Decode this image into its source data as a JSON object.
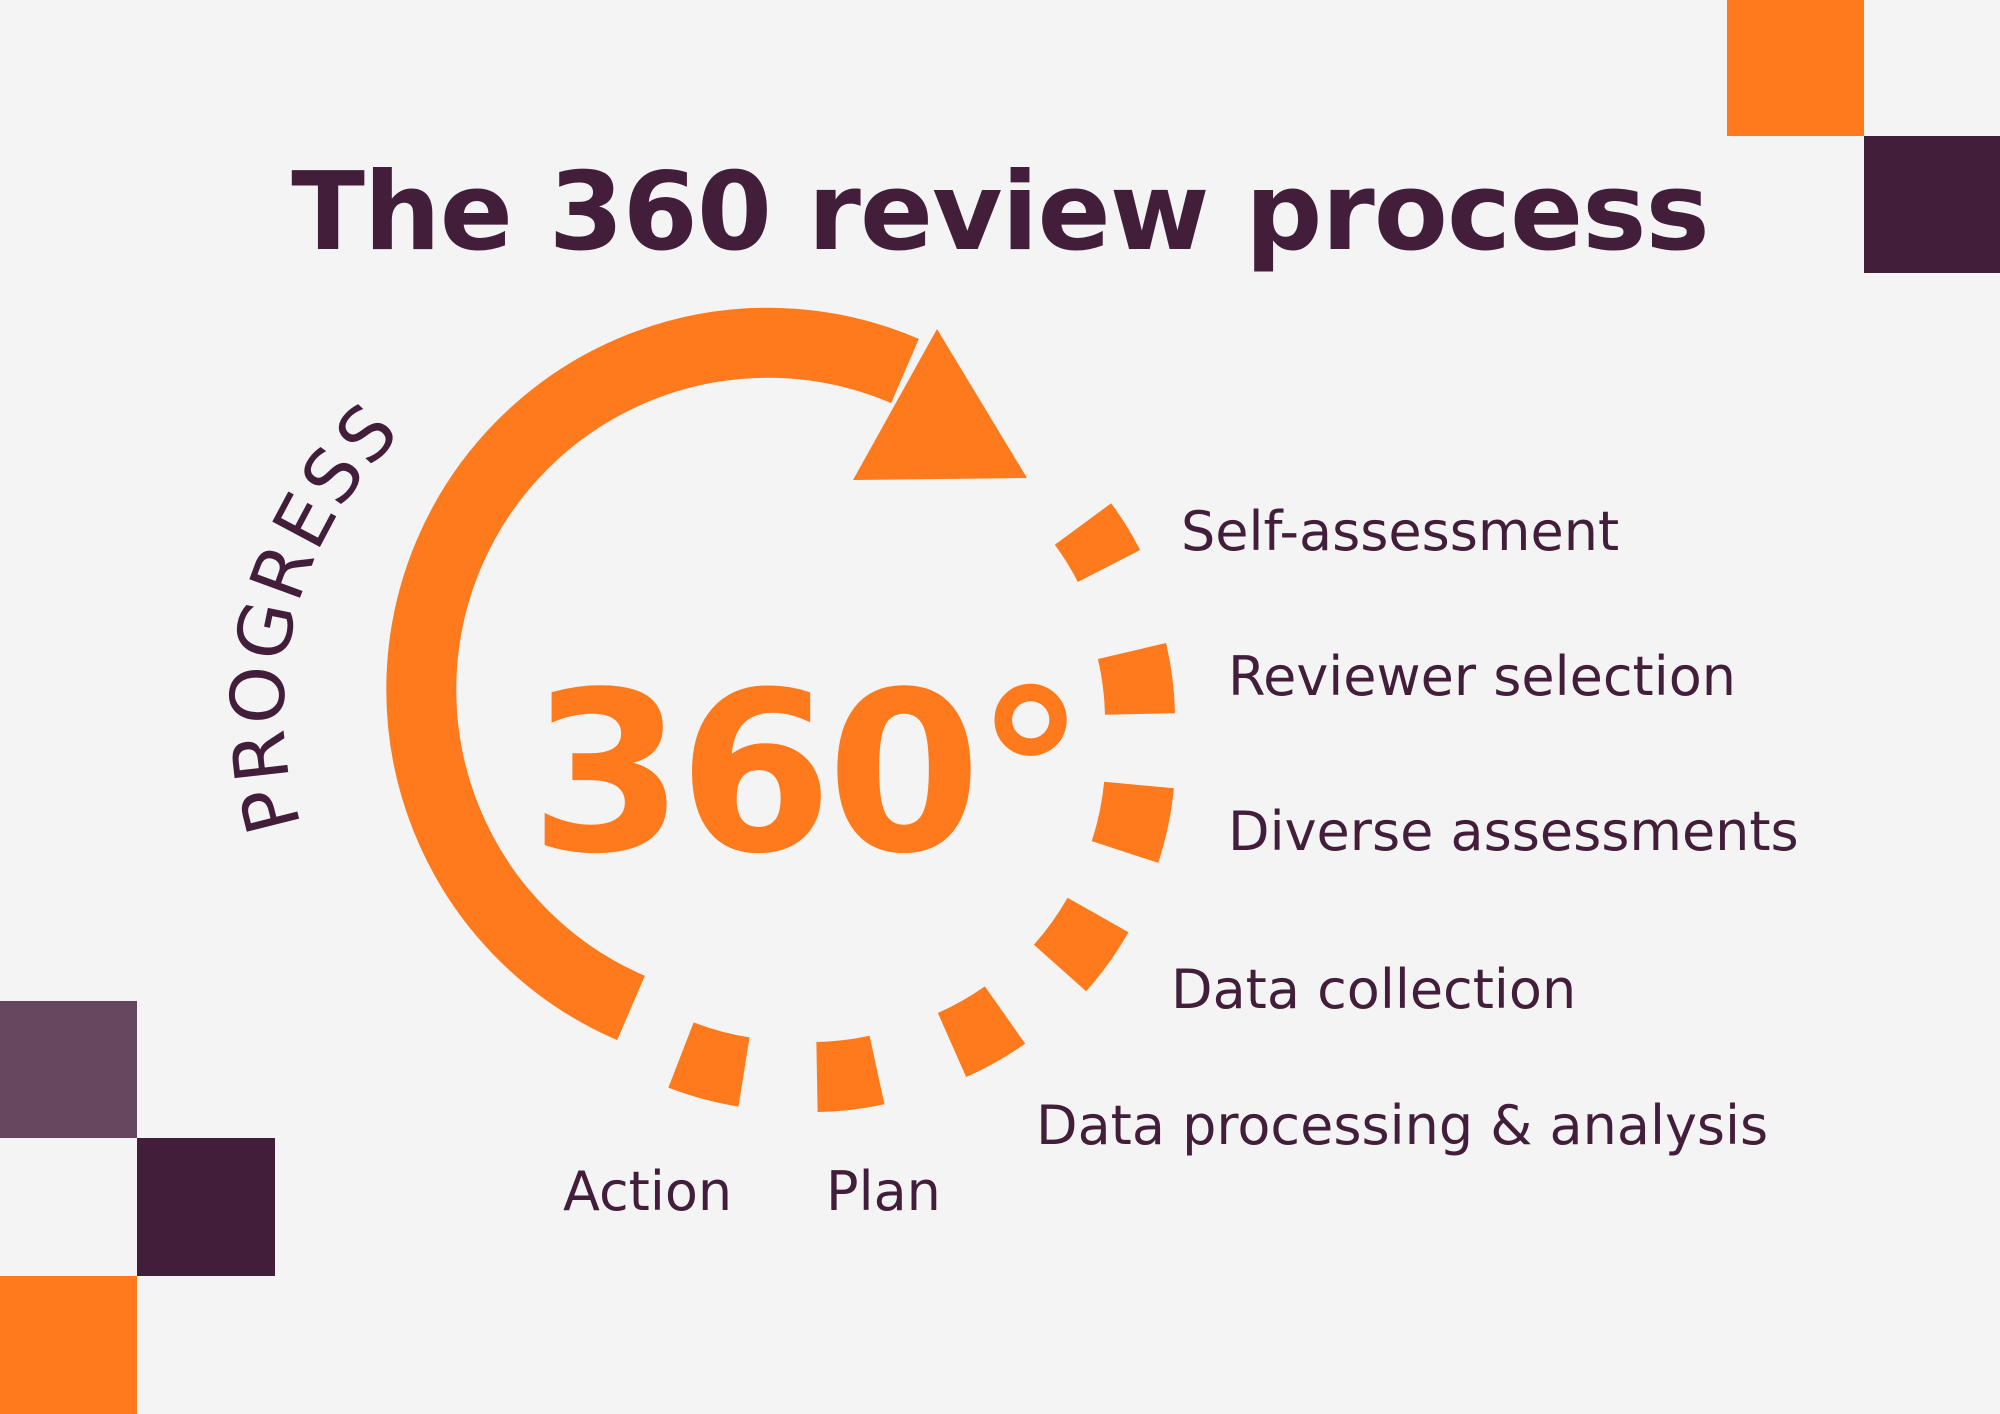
{
  "title": "The 360 review process",
  "center_label": "360°",
  "arc_label": "PROGRESS",
  "steps": [
    "Self-assessment",
    "Reviewer selection",
    "Diverse assessments",
    "Data collection",
    "Data processing & analysis",
    "Plan",
    "Action"
  ],
  "colors": {
    "accent": "#ff7a1c",
    "dark": "#431e3b",
    "muted": "#65475f",
    "background": "#f4f4f4"
  }
}
